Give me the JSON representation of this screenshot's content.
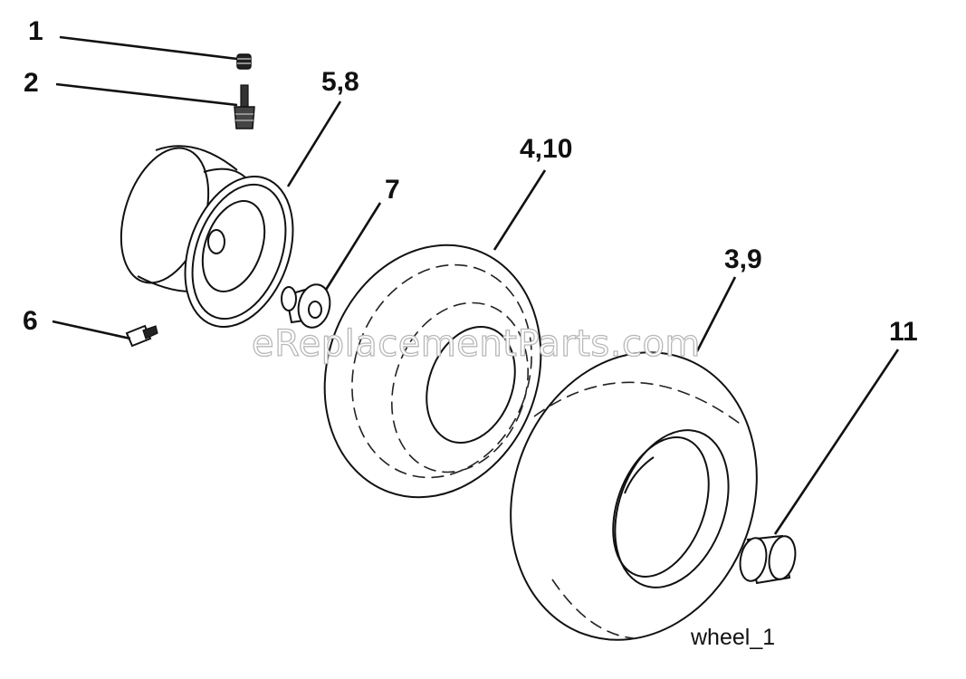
{
  "callouts": {
    "c1": "1",
    "c2": "2",
    "c5_8": "5,8",
    "c4_10": "4,10",
    "c7": "7",
    "c3_9": "3,9",
    "c6": "6",
    "c11": "11"
  },
  "watermark": "eReplacementParts.com",
  "caption": "wheel_1"
}
